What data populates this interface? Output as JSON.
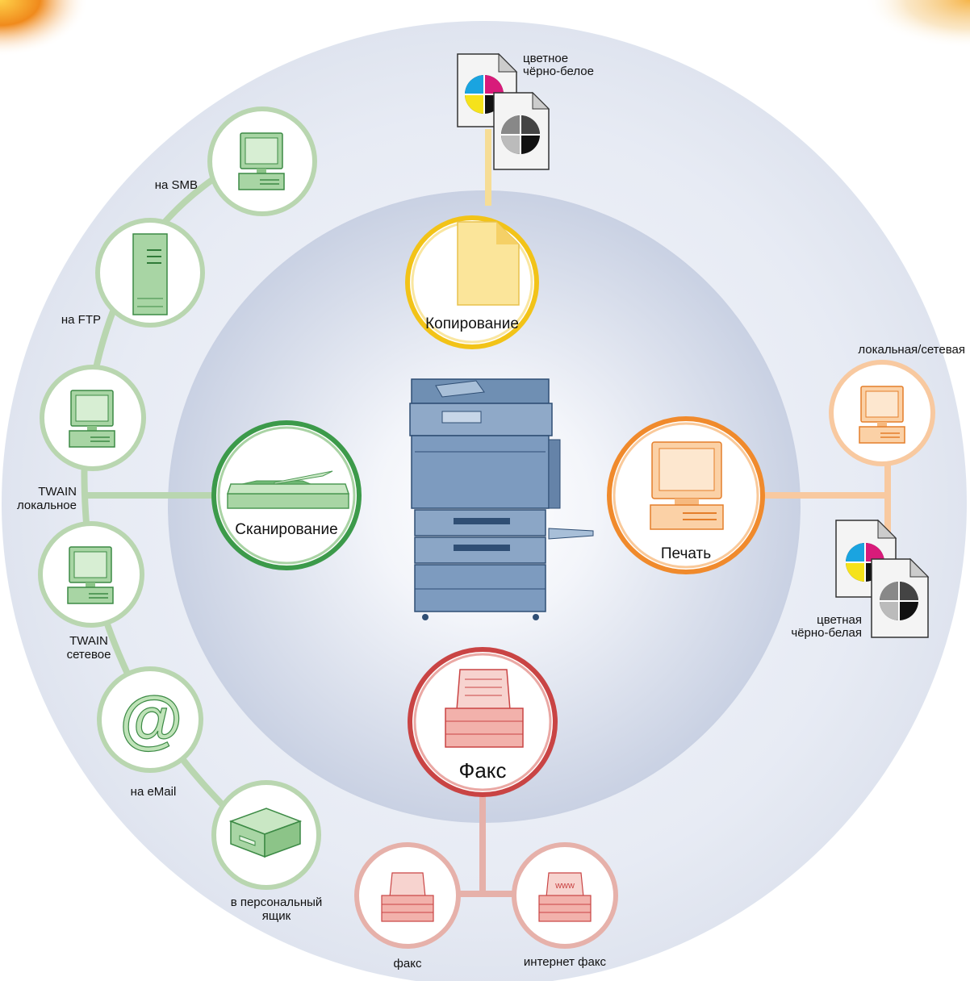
{
  "diagram": {
    "center_device": "mfp-printer-icon",
    "main_functions": {
      "copy": {
        "label": "Копирование",
        "icon": "document-icon",
        "color": "#f2c318"
      },
      "scan": {
        "label": "Сканирование",
        "icon": "scanner-icon",
        "color": "#3c9a4a"
      },
      "print": {
        "label": "Печать",
        "icon": "computer-icon",
        "color": "#f08a2c"
      },
      "fax": {
        "label": "Факс",
        "icon": "fax-machine-icon",
        "color": "#c94444"
      }
    },
    "copy_outputs": {
      "line1": "цветное",
      "line2": "чёрно-белое"
    },
    "scan_targets": {
      "smb": "на SMB",
      "ftp": "на FTP",
      "twain_local": {
        "line1": "TWAIN",
        "line2": "локальное"
      },
      "twain_network": {
        "line1": "TWAIN",
        "line2": "сетевое"
      },
      "email": "на eMail",
      "box": {
        "line1": "в персональный",
        "line2": "ящик"
      }
    },
    "print_sources": {
      "network": "локальная/сетевая",
      "outputs": {
        "line1": "цветная",
        "line2": "чёрно-белая"
      }
    },
    "fax_targets": {
      "fax": "факс",
      "internet_fax": "интернет факс",
      "www_badge": "www"
    },
    "colors": {
      "outer_ring": "#dde3ef",
      "inner_disk": "#cdd5e6",
      "scan_green": "#3c9a4a",
      "print_orange": "#f08a2c",
      "copy_yellow": "#f2c318",
      "fax_red": "#c94444"
    }
  }
}
